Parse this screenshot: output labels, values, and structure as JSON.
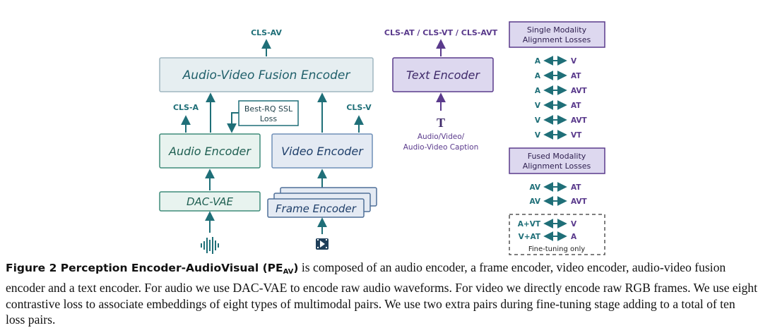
{
  "diagram": {
    "cls_av": "CLS-AV",
    "cls_a": "CLS-A",
    "cls_v": "CLS-V",
    "cls_text": "CLS-AT / CLS-VT / CLS-AVT",
    "fusion_encoder": "Audio-Video Fusion Encoder",
    "audio_encoder": "Audio Encoder",
    "video_encoder": "Video Encoder",
    "text_encoder": "Text Encoder",
    "dac_vae": "DAC-VAE",
    "frame_encoder": "Frame Encoder",
    "ssl_loss_line1": "Best-RQ SSL",
    "ssl_loss_line2": "Loss",
    "text_input_symbol": "T",
    "text_input_caption_1": "Audio/Video/",
    "text_input_caption_2": "Audio-Video Caption",
    "icons": {
      "audio": "audio-waveform-icon",
      "video": "video-play-icon"
    },
    "colors": {
      "teal": "#1f6f78",
      "purple": "#5a3a8c",
      "fusion_fill": "#e6eef1",
      "audio_fill": "#e8f3ef",
      "video_fill": "#e4eaf3",
      "text_fill": "#ddd8ef"
    }
  },
  "losses": {
    "single_title_1": "Single Modality",
    "single_title_2": "Alignment Losses",
    "single_pairs": [
      {
        "left": "A",
        "right": "V"
      },
      {
        "left": "A",
        "right": "AT"
      },
      {
        "left": "A",
        "right": "AVT"
      },
      {
        "left": "V",
        "right": "AT"
      },
      {
        "left": "V",
        "right": "AVT"
      },
      {
        "left": "V",
        "right": "VT"
      }
    ],
    "fused_title_1": "Fused Modality",
    "fused_title_2": "Alignment Losses",
    "fused_pairs": [
      {
        "left": "AV",
        "right": "AT"
      },
      {
        "left": "AV",
        "right": "AVT"
      }
    ],
    "finetune_pairs": [
      {
        "left": "A+VT",
        "right": "V"
      },
      {
        "left": "V+AT",
        "right": "A"
      }
    ],
    "finetune_note": "Fine-tuning only"
  },
  "caption": {
    "label": "Figure 2  Perception Encoder-AudioVisual (PE",
    "label_sub": "AV",
    "label_close": ")",
    "body": " is composed of an audio encoder, a frame encoder, video encoder, audio-video fusion encoder and a text encoder. For audio we use DAC-VAE to encode raw audio waveforms. For video we directly encode raw RGB frames. We use eight contrastive loss to associate embeddings of eight types of multimodal pairs. We use two extra pairs during fine-tuning stage adding to a total of ten loss pairs."
  }
}
